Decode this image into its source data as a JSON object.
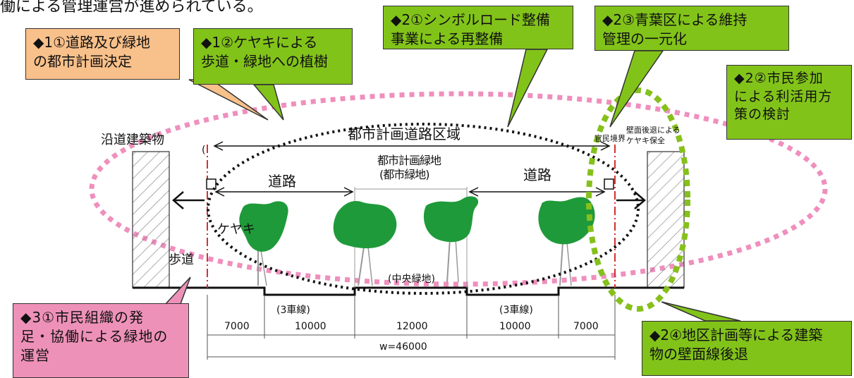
{
  "top_fragment": "働による管理運営が進められている。",
  "callouts": {
    "c11": {
      "line1": "◆1①道路及び緑地",
      "line2": "の都市計画決定",
      "color": "#f8c08a"
    },
    "c12": {
      "line1": "◆1②ケヤキによる",
      "line2": "歩道・緑地への植樹",
      "color": "#82c31a"
    },
    "c21": {
      "line1": "◆2①シンボルロード整備",
      "line2": "事業による再整備",
      "color": "#82c31a"
    },
    "c23": {
      "line1": "◆2③青葉区による維持",
      "line2": "管理の一元化",
      "color": "#82c31a"
    },
    "c22": {
      "line1": "◆2②市民参加",
      "line2": "による利活用方",
      "line3": "策の検討",
      "color": "#82c31a"
    },
    "c31": {
      "line1": "◆3①市民組織の発",
      "line2": "足・協働による緑地の",
      "line3": "運営",
      "color": "#ee91b8"
    },
    "c24": {
      "line1": "◆2④地区計画等による建築",
      "line2": "物の壁面線後退",
      "color": "#82c31a"
    }
  },
  "labels": {
    "roadside_building": "沿道建築物",
    "road_area": "都市計画道路区域",
    "green_line1": "都市計画緑地",
    "green_line2": "(都市緑地)",
    "road_left": "道路",
    "road_right": "道路",
    "keyaki": "ケヤキ",
    "sidewalk": "歩道",
    "median": "(中央緑地)",
    "lane_left": "(3車線)",
    "lane_right": "(3車線)",
    "boundary": "官民境界",
    "setback_line1": "壁面後退による",
    "setback_line2": "ケヤキ保全",
    "paren_mark": "("
  },
  "dimensions": {
    "segments": [
      "7000",
      "10000",
      "12000",
      "10000",
      "7000"
    ],
    "total": "w=46000"
  },
  "colors": {
    "tree": "#1f9a3a",
    "dot_pink": "#ef8fbd",
    "dot_green": "#86c01c",
    "boundary_red": "#d43030"
  }
}
